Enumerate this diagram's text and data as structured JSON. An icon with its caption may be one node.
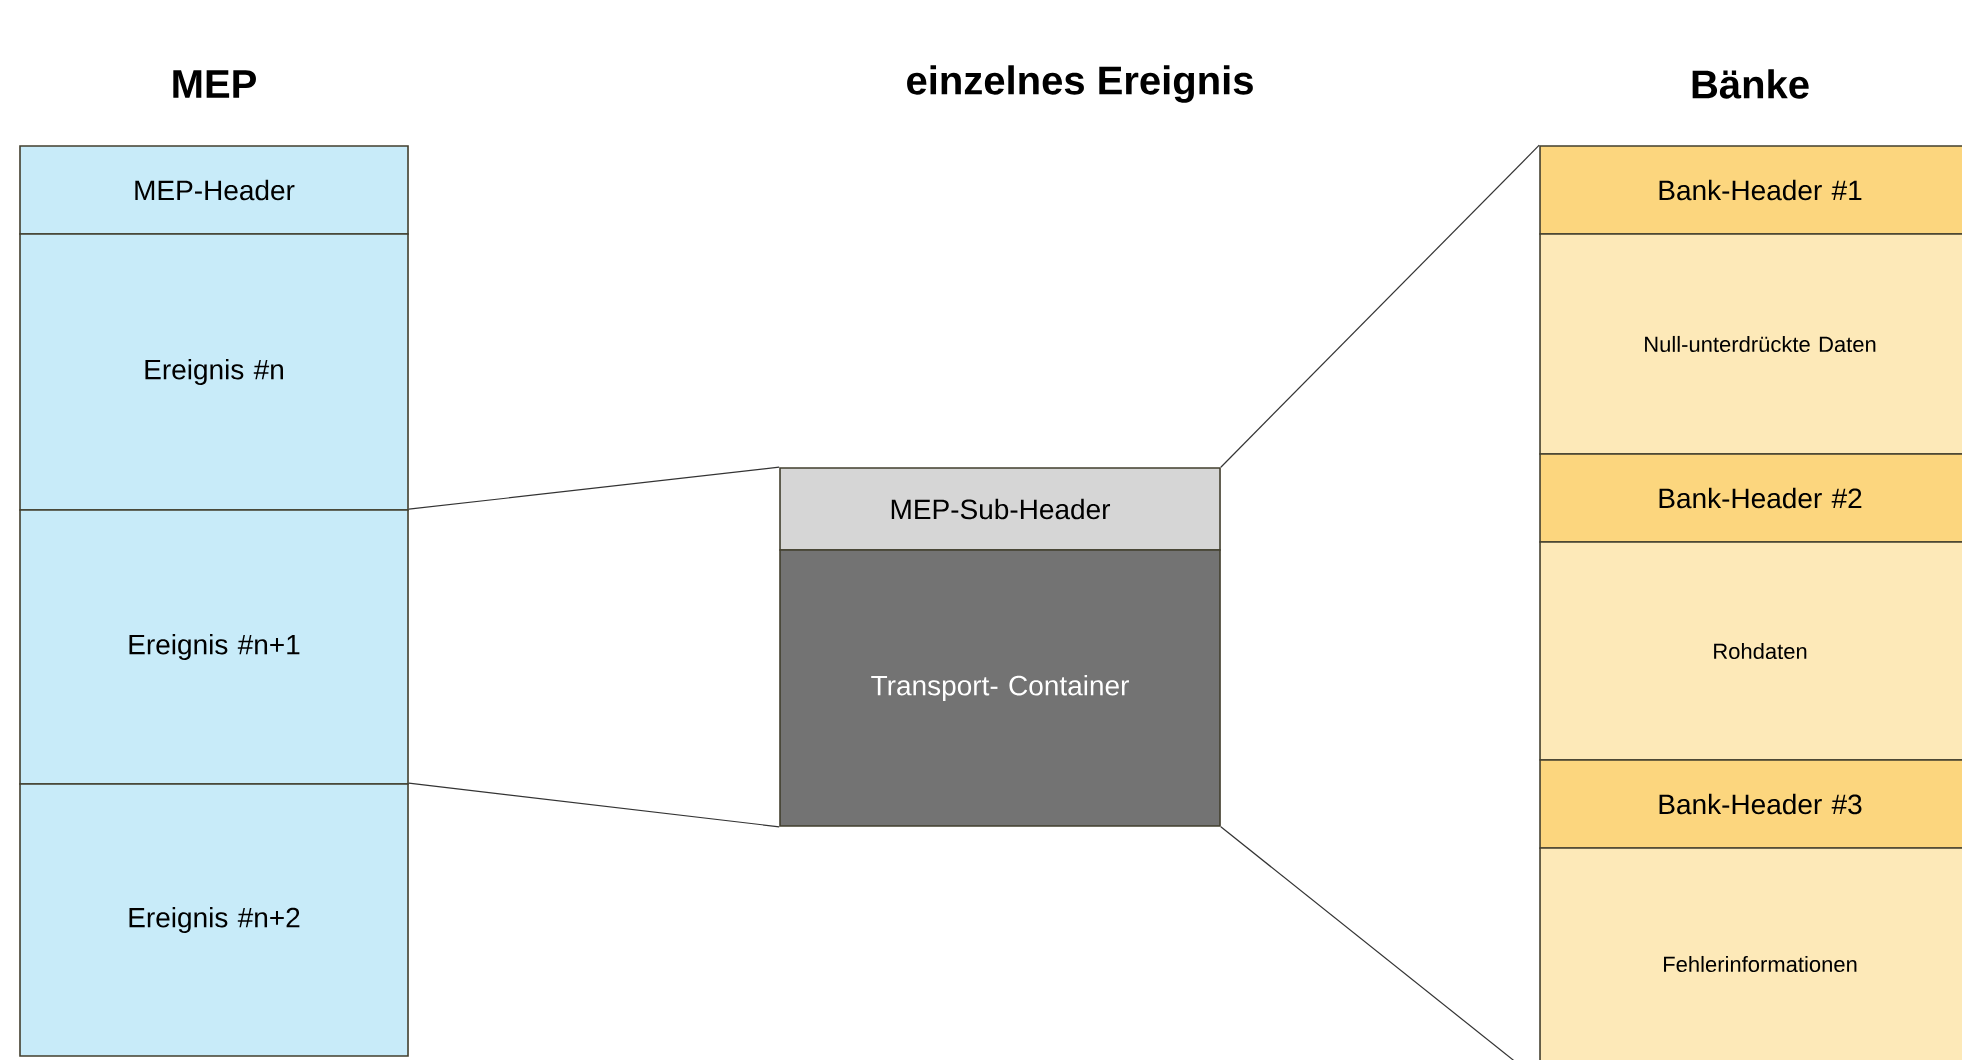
{
  "diagram": {
    "nodes": [
      {
        "text": [
          "MEP-Header"
        ]
      },
      {
        "text": [
          "Ereignis  #n"
        ]
      },
      {
        "text": [
          "Ereignis  #n+1"
        ]
      },
      {
        "text": [
          "Ereignis  #n+2"
        ]
      },
      {
        "text": [
          "MEP-Sub-Header"
        ]
      },
      {
        "text": [
          "Transport- Container"
        ]
      },
      {
        "text": [
          "Bank-Header #1"
        ]
      },
      {
        "text": [
          "Null-unterdrückte Daten"
        ]
      },
      {
        "text": [
          "Bank-Header #2"
        ]
      },
      {
        "text": [
          "Rohdaten"
        ]
      },
      {
        "text": [
          "Bank-Header #3"
        ]
      },
      {
        "text": [
          "Fehlerinformationen"
        ]
      }
    ],
    "edges": [
      {
        "from": 2,
        "to": 4,
        "arrow": "none"
      },
      {
        "from": 3,
        "to": 5,
        "arrow": "none"
      },
      {
        "from": 4,
        "to": 6,
        "arrow": "none"
      },
      {
        "from": 5,
        "to": 11,
        "arrow": "none"
      }
    ],
    "labels": [
      "MEP",
      "einzelnes Ereignis",
      "Bänke"
    ]
  }
}
